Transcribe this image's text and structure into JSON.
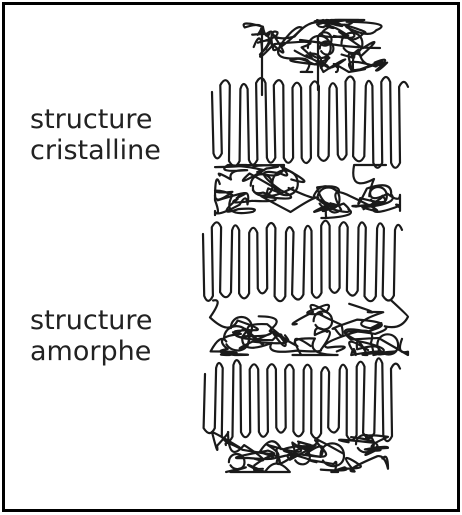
{
  "labels": {
    "crystalline": [
      "structure",
      "cristalline"
    ],
    "amorphous": [
      "structure",
      "amorphe"
    ]
  },
  "colors": {
    "frame": "#000000",
    "stroke": "#1a1a1a",
    "text": "#222222",
    "background": "#ffffff"
  },
  "regions": [
    {
      "kind": "amorphous",
      "name": "tangled chains top"
    },
    {
      "kind": "crystalline",
      "name": "folded lamella 1"
    },
    {
      "kind": "amorphous",
      "name": "tangled chains 2"
    },
    {
      "kind": "crystalline",
      "name": "folded lamella 2"
    },
    {
      "kind": "amorphous",
      "name": "tangled chains 3"
    },
    {
      "kind": "crystalline",
      "name": "folded lamella 3"
    },
    {
      "kind": "amorphous",
      "name": "tangled chains bottom"
    }
  ]
}
